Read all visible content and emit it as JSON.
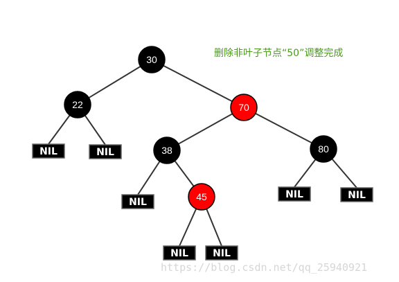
{
  "caption": "删除非叶子节点“50”调整完成",
  "watermark": "https://blog.csdn.net/qq_25940921",
  "nil_label": "NIL",
  "colors": {
    "black_node": "#000000",
    "red_node": "#ff0000",
    "edge": "#333333",
    "caption": "#4a9a1c"
  },
  "nodes": [
    {
      "id": "n30",
      "label": "30",
      "color": "black"
    },
    {
      "id": "n22",
      "label": "22",
      "color": "black"
    },
    {
      "id": "n70",
      "label": "70",
      "color": "red"
    },
    {
      "id": "n38",
      "label": "38",
      "color": "black"
    },
    {
      "id": "n80",
      "label": "80",
      "color": "black"
    },
    {
      "id": "n45",
      "label": "45",
      "color": "red"
    }
  ],
  "nil_leaves": [
    {
      "id": "nil-22-left",
      "parent": "n22"
    },
    {
      "id": "nil-22-right",
      "parent": "n22"
    },
    {
      "id": "nil-38-left",
      "parent": "n38"
    },
    {
      "id": "nil-80-left",
      "parent": "n80"
    },
    {
      "id": "nil-80-right",
      "parent": "n80"
    },
    {
      "id": "nil-45-left",
      "parent": "n45"
    },
    {
      "id": "nil-45-right",
      "parent": "n45"
    }
  ],
  "edges": [
    [
      "n30",
      "n22"
    ],
    [
      "n30",
      "n70"
    ],
    [
      "n22",
      "nil-22-left"
    ],
    [
      "n22",
      "nil-22-right"
    ],
    [
      "n70",
      "n38"
    ],
    [
      "n70",
      "n80"
    ],
    [
      "n38",
      "nil-38-left"
    ],
    [
      "n38",
      "n45"
    ],
    [
      "n80",
      "nil-80-left"
    ],
    [
      "n80",
      "nil-80-right"
    ],
    [
      "n45",
      "nil-45-left"
    ],
    [
      "n45",
      "nil-45-right"
    ]
  ]
}
